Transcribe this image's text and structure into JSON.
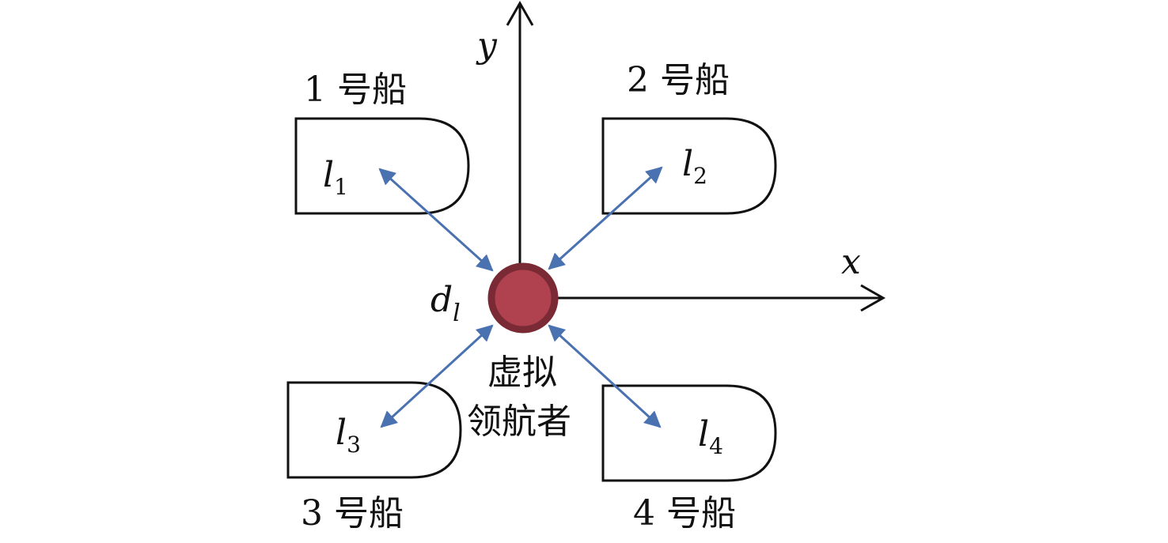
{
  "axes": {
    "x_label": "x",
    "y_label": "y"
  },
  "leader": {
    "symbol": "d",
    "subscript": "l",
    "label_line1": "虚拟",
    "label_line2": "领航者"
  },
  "ships": [
    {
      "id": "1",
      "title": "1 号船",
      "var": "l",
      "sub": "1"
    },
    {
      "id": "2",
      "title": "2 号船",
      "var": "l",
      "sub": "2"
    },
    {
      "id": "3",
      "title": "3 号船",
      "var": "l",
      "sub": "3"
    },
    {
      "id": "4",
      "title": "4 号船",
      "var": "l",
      "sub": "4"
    }
  ],
  "colors": {
    "arrow": "#4a72b0",
    "leader_fill": "#b0414f",
    "leader_stroke": "#7a2a35",
    "outline": "#111111"
  }
}
